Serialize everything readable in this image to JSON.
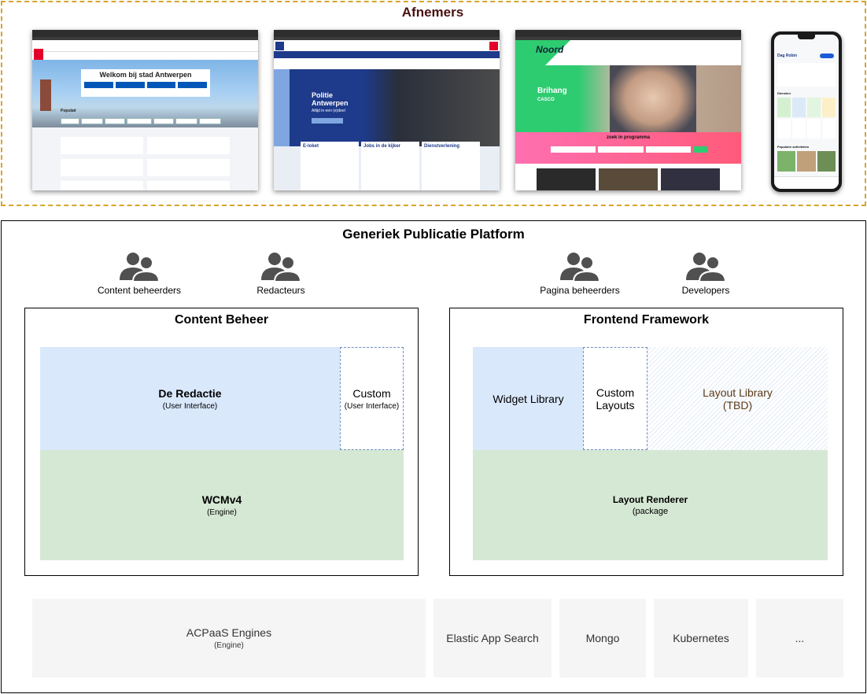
{
  "afnemers": {
    "title": "Afnemers",
    "screenshots": [
      {
        "heading": "Welkom bij stad Antwerpen",
        "section": "Populair"
      },
      {
        "heading": "Politie Antwerpen",
        "subheading": "Altijd in een (e)deel",
        "columns": [
          "E-loket",
          "Jobs in de kijker",
          "Dienstverlening"
        ]
      },
      {
        "heading": "Noord",
        "featured": "Brihang",
        "featured_sub": "CASCO",
        "search": "zoek in programma"
      },
      {
        "heading": "Dag Robin",
        "sections": [
          "Diensten",
          "Populaire activiteiten"
        ]
      }
    ]
  },
  "platform": {
    "title": "Generiek Publicatie Platform",
    "roles": [
      "Content beheerders",
      "Redacteurs",
      "Pagina beheerders",
      "Developers"
    ],
    "content_beheer": {
      "title": "Content Beheer",
      "redactie": {
        "label": "De Redactie",
        "sub": "(User Interface)"
      },
      "custom": {
        "label": "Custom",
        "sub": "(User Interface)"
      },
      "wcm": {
        "label": "WCMv4",
        "sub": "(Engine)"
      }
    },
    "frontend": {
      "title": "Frontend Framework",
      "widget_library": "Widget Library",
      "custom_layouts": "Custom Layouts",
      "layout_library": "Layout Library (TBD)",
      "layout_renderer": {
        "label": "Layout Renderer",
        "sub": "(package"
      }
    },
    "infra": {
      "acpaas": {
        "label": "ACPaaS Engines",
        "sub": "(Engine)"
      },
      "elastic": "Elastic App Search",
      "mongo": "Mongo",
      "kubernetes": "Kubernetes",
      "more": "..."
    }
  },
  "colors": {
    "afnemers_border": "#d6a52a",
    "blue_fill": "#dae8fc",
    "green_fill": "#d5e8d4",
    "gray_fill": "#f5f5f5",
    "antwerp_red": "#e3002b",
    "police_blue": "#1e3a8a",
    "noord_green": "#2ecc71"
  },
  "icons": {
    "role_icon": "users-group-icon"
  }
}
